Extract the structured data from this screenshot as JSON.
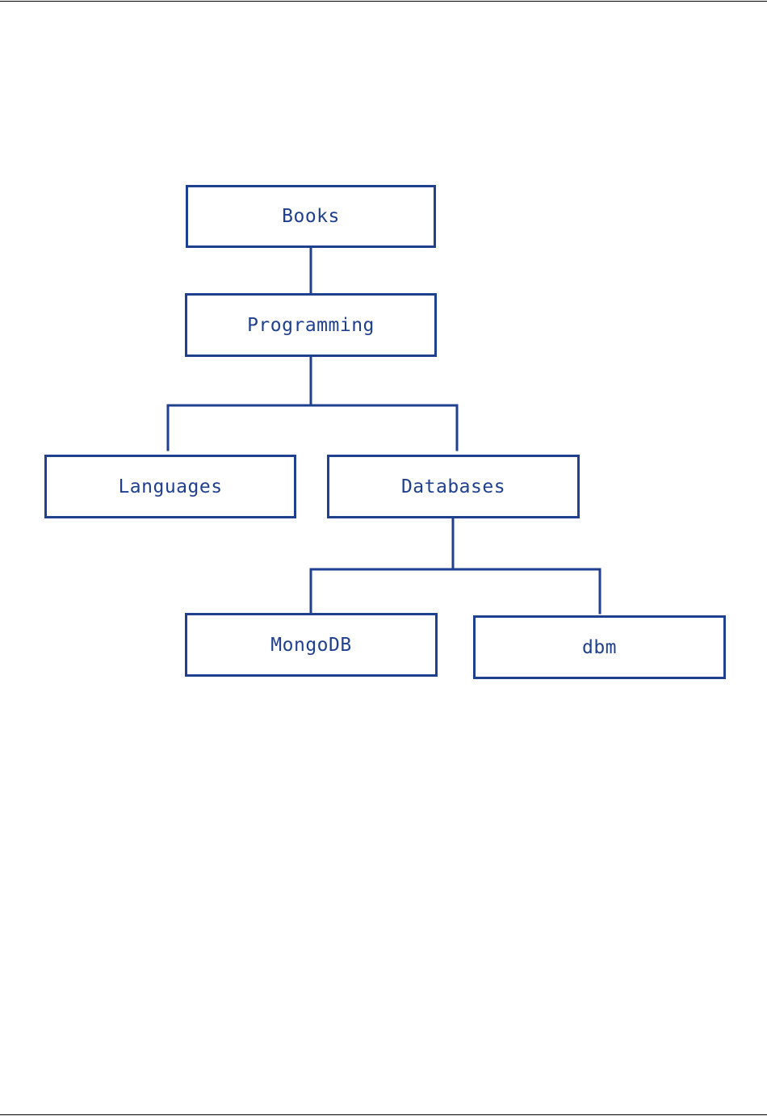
{
  "diagram": {
    "line_color": "#1f3f8f",
    "nodes": {
      "books": "Books",
      "programming": "Programming",
      "languages": "Languages",
      "databases": "Databases",
      "mongodb": "MongoDB",
      "dbm": "dbm"
    },
    "edges": [
      [
        "books",
        "programming"
      ],
      [
        "programming",
        "languages"
      ],
      [
        "programming",
        "databases"
      ],
      [
        "databases",
        "mongodb"
      ],
      [
        "databases",
        "dbm"
      ]
    ]
  }
}
